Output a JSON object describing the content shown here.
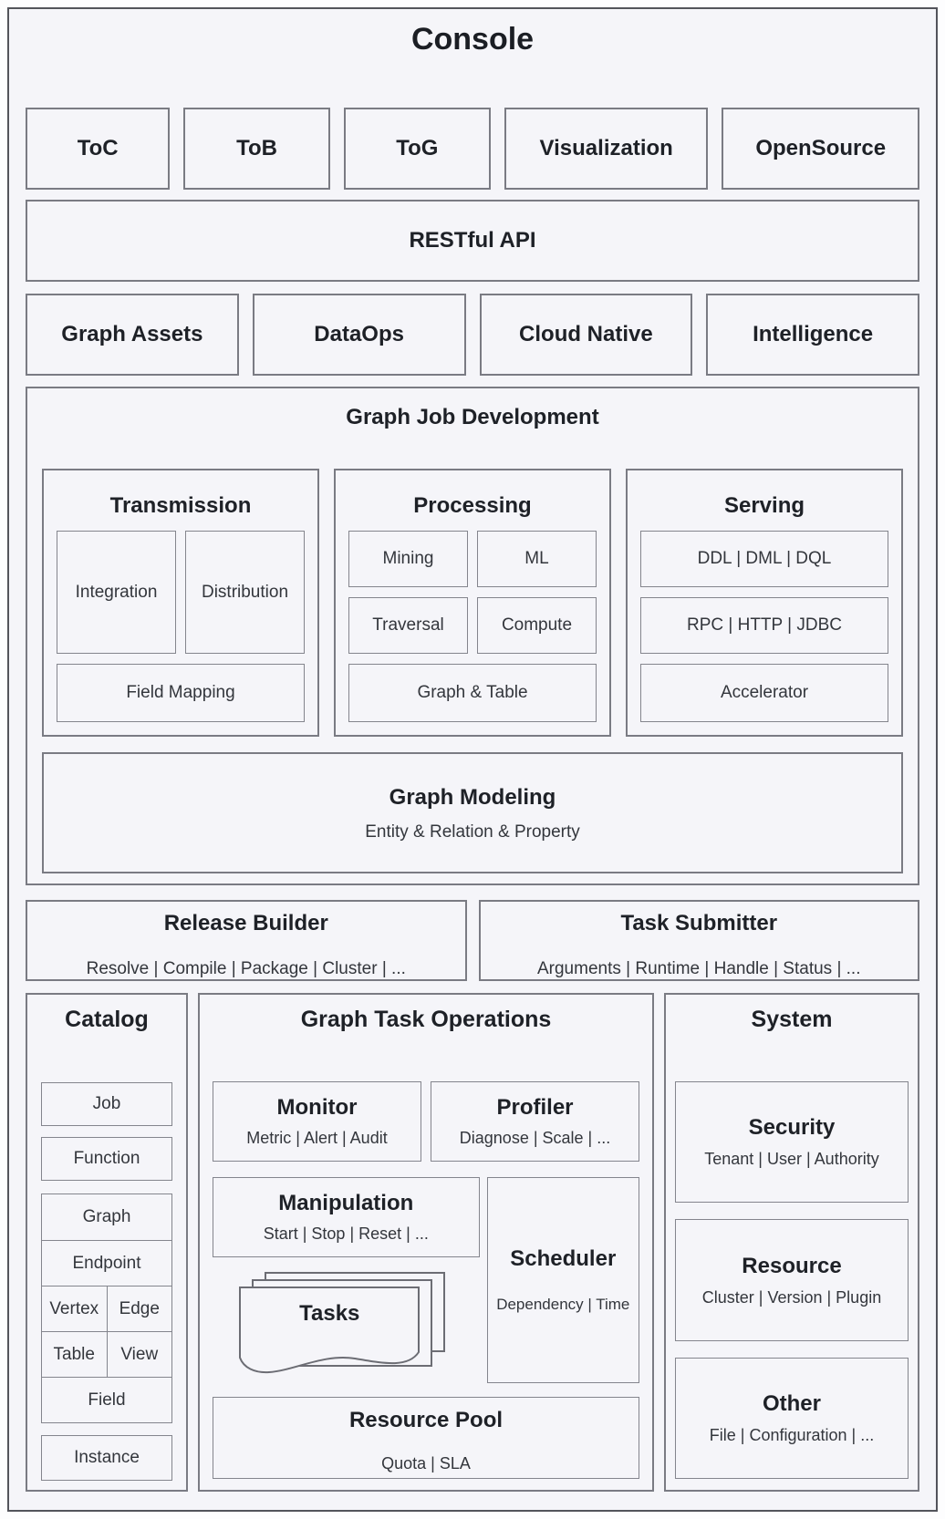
{
  "title": "Console",
  "products": [
    "ToC",
    "ToB",
    "ToG",
    "Visualization",
    "OpenSource"
  ],
  "api_bar": "RESTful API",
  "platform": [
    "Graph Assets",
    "DataOps",
    "Cloud Native",
    "Intelligence"
  ],
  "gjd": {
    "title": "Graph Job Development",
    "transmission": {
      "title": "Transmission",
      "cells": [
        "Integration",
        "Distribution"
      ],
      "footer": "Field Mapping"
    },
    "processing": {
      "title": "Processing",
      "cells": [
        "Mining",
        "ML",
        "Traversal",
        "Compute"
      ],
      "footer": "Graph & Table"
    },
    "serving": {
      "title": "Serving",
      "rows": [
        "DDL | DML | DQL",
        "RPC | HTTP | JDBC"
      ],
      "footer": "Accelerator"
    },
    "graph_modeling": {
      "title": "Graph Modeling",
      "subtitle": "Entity & Relation & Property"
    }
  },
  "builders": [
    {
      "title": "Release Builder",
      "subtitle": "Resolve | Compile | Package | Cluster | ..."
    },
    {
      "title": "Task Submitter",
      "subtitle": "Arguments | Runtime | Handle | Status | ..."
    }
  ],
  "catalog": {
    "title": "Catalog",
    "job": "Job",
    "function": "Function",
    "graph": "Graph",
    "endpoint": "Endpoint",
    "vertex": "Vertex",
    "edge": "Edge",
    "table": "Table",
    "view": "View",
    "field": "Field",
    "instance": "Instance"
  },
  "gto": {
    "title": "Graph Task Operations",
    "monitor": {
      "title": "Monitor",
      "subtitle": "Metric | Alert | Audit"
    },
    "profiler": {
      "title": "Profiler",
      "subtitle": "Diagnose | Scale | ..."
    },
    "manipulation": {
      "title": "Manipulation",
      "subtitle": "Start | Stop | Reset | ..."
    },
    "scheduler": {
      "title": "Scheduler",
      "subtitle": "Dependency | Time"
    },
    "tasks": {
      "title": "Tasks"
    },
    "resource_pool": {
      "title": "Resource Pool",
      "subtitle": "Quota | SLA"
    }
  },
  "system": {
    "title": "System",
    "security": {
      "title": "Security",
      "subtitle": "Tenant | User | Authority"
    },
    "resource": {
      "title": "Resource",
      "subtitle": "Cluster | Version | Plugin"
    },
    "other": {
      "title": "Other",
      "subtitle": "File | Configuration | ..."
    }
  },
  "colors": {
    "background": "#f5f5f9",
    "frame_border": "#53545b",
    "panel_border": "#7a7b83",
    "cell_border": "#84858d",
    "title_text": "#1e2127",
    "label_text": "#33363c"
  }
}
